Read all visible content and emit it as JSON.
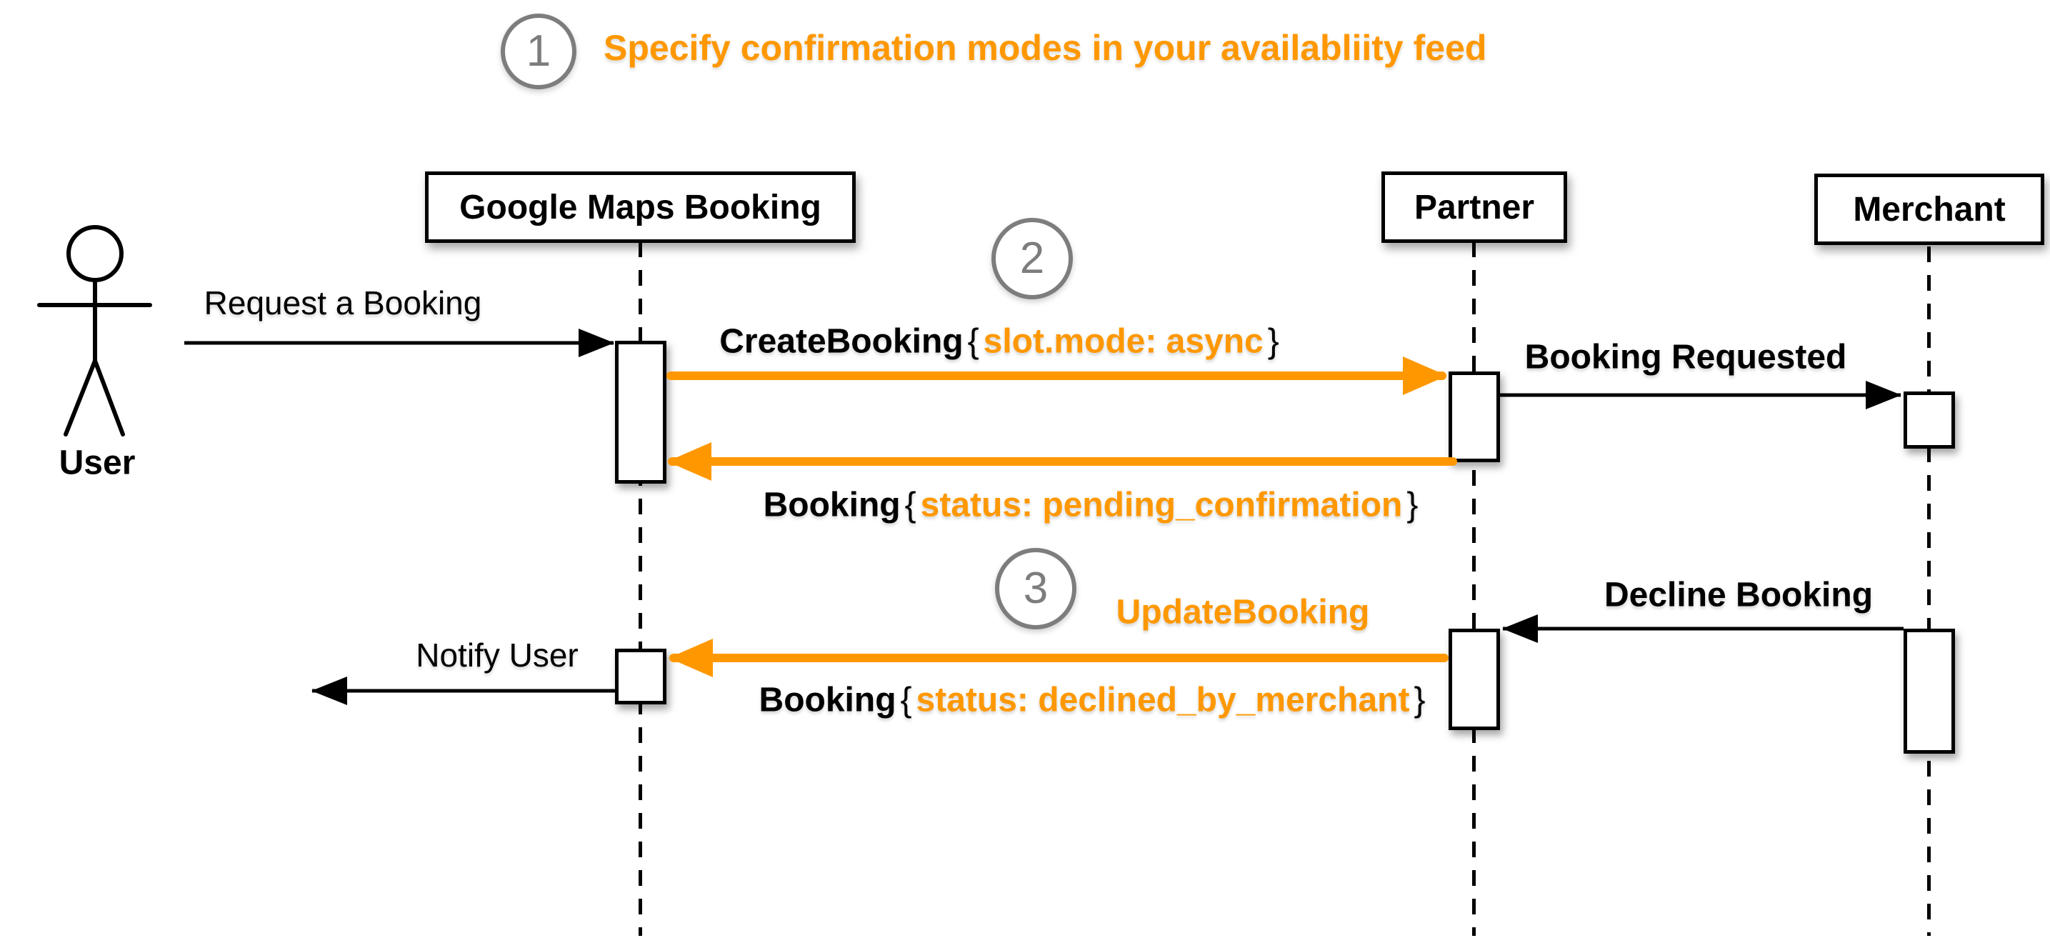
{
  "diagram": {
    "colors": {
      "orange": "#FF9800",
      "gray": "#7D7D7D"
    },
    "title": {
      "step_number": "1",
      "text": "Specify confirmation modes in your availabliity feed"
    },
    "step_markers": [
      {
        "number": "2"
      },
      {
        "number": "3"
      }
    ],
    "actors": {
      "user": {
        "label": "User"
      },
      "google": {
        "label": "Google Maps Booking"
      },
      "partner": {
        "label": "Partner"
      },
      "merchant": {
        "label": "Merchant"
      }
    },
    "messages": {
      "request_booking": {
        "label": "Request a Booking"
      },
      "create_booking": {
        "name": "CreateBooking",
        "brace_open": "{",
        "payload": "slot.mode: async",
        "brace_close": "}"
      },
      "booking_requested": {
        "label": "Booking Requested"
      },
      "booking_pending": {
        "name": "Booking",
        "brace_open": "{",
        "payload": "status: pending_confirmation",
        "brace_close": "}"
      },
      "update_booking": {
        "label": "UpdateBooking"
      },
      "decline_booking": {
        "label": "Decline Booking"
      },
      "booking_declined": {
        "name": "Booking",
        "brace_open": "{",
        "payload": "status: declined_by_merchant",
        "brace_close": "}"
      },
      "notify_user": {
        "label": "Notify User"
      }
    }
  }
}
